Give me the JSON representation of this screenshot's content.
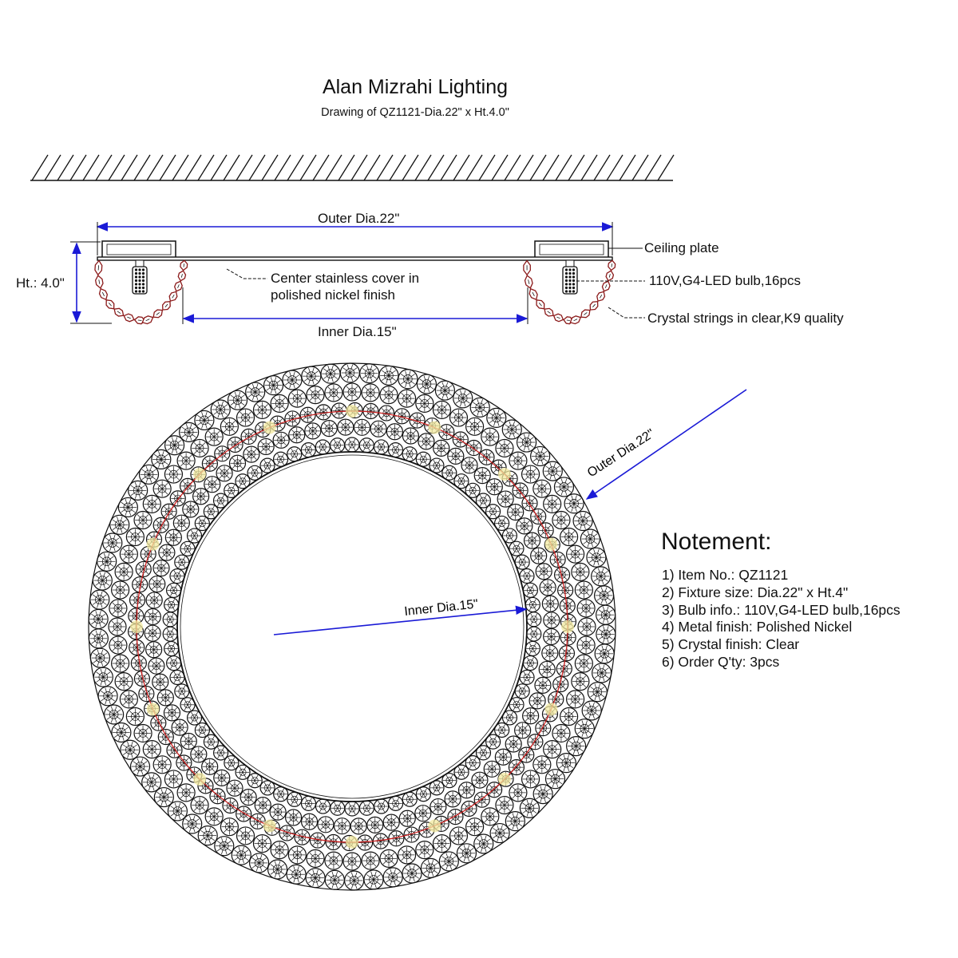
{
  "header": {
    "title": "Alan Mizrahi Lighting",
    "subtitle": "Drawing of QZ1121-Dia.22\" x Ht.4.0\""
  },
  "side_view": {
    "outer_dia_label": "Outer Dia.22\"",
    "inner_dia_label": "Inner Dia.15\"",
    "height_label": "Ht.: 4.0\"",
    "callouts": {
      "ceiling_plate": "Ceiling plate",
      "center_cover_line1": "Center stainless cover in",
      "center_cover_line2": "polished nickel finish",
      "bulb": "110V,G4-LED bulb,16pcs",
      "crystal_strings": "Crystal strings in clear,K9 quality"
    }
  },
  "top_view": {
    "outer_dia_label": "Outer Dia.22\"",
    "inner_dia_label": "Inner Dia.15\""
  },
  "notes": {
    "heading": "Notement:",
    "items": [
      "1) Item No.: QZ1121",
      "2) Fixture size: Dia.22\" x Ht.4\"",
      "3) Bulb info.: 110V,G4-LED bulb,16pcs",
      "4) Metal finish: Polished Nickel",
      "5) Crystal finish: Clear",
      "6) Order Q'ty: 3pcs"
    ]
  },
  "colors": {
    "dimension_line": "#1a1ad6",
    "crystal_outline": "#8b1a1a",
    "bulb_ring": "#cc2222",
    "bulb_glow": "#f3e9a0",
    "line_art": "#111111"
  }
}
